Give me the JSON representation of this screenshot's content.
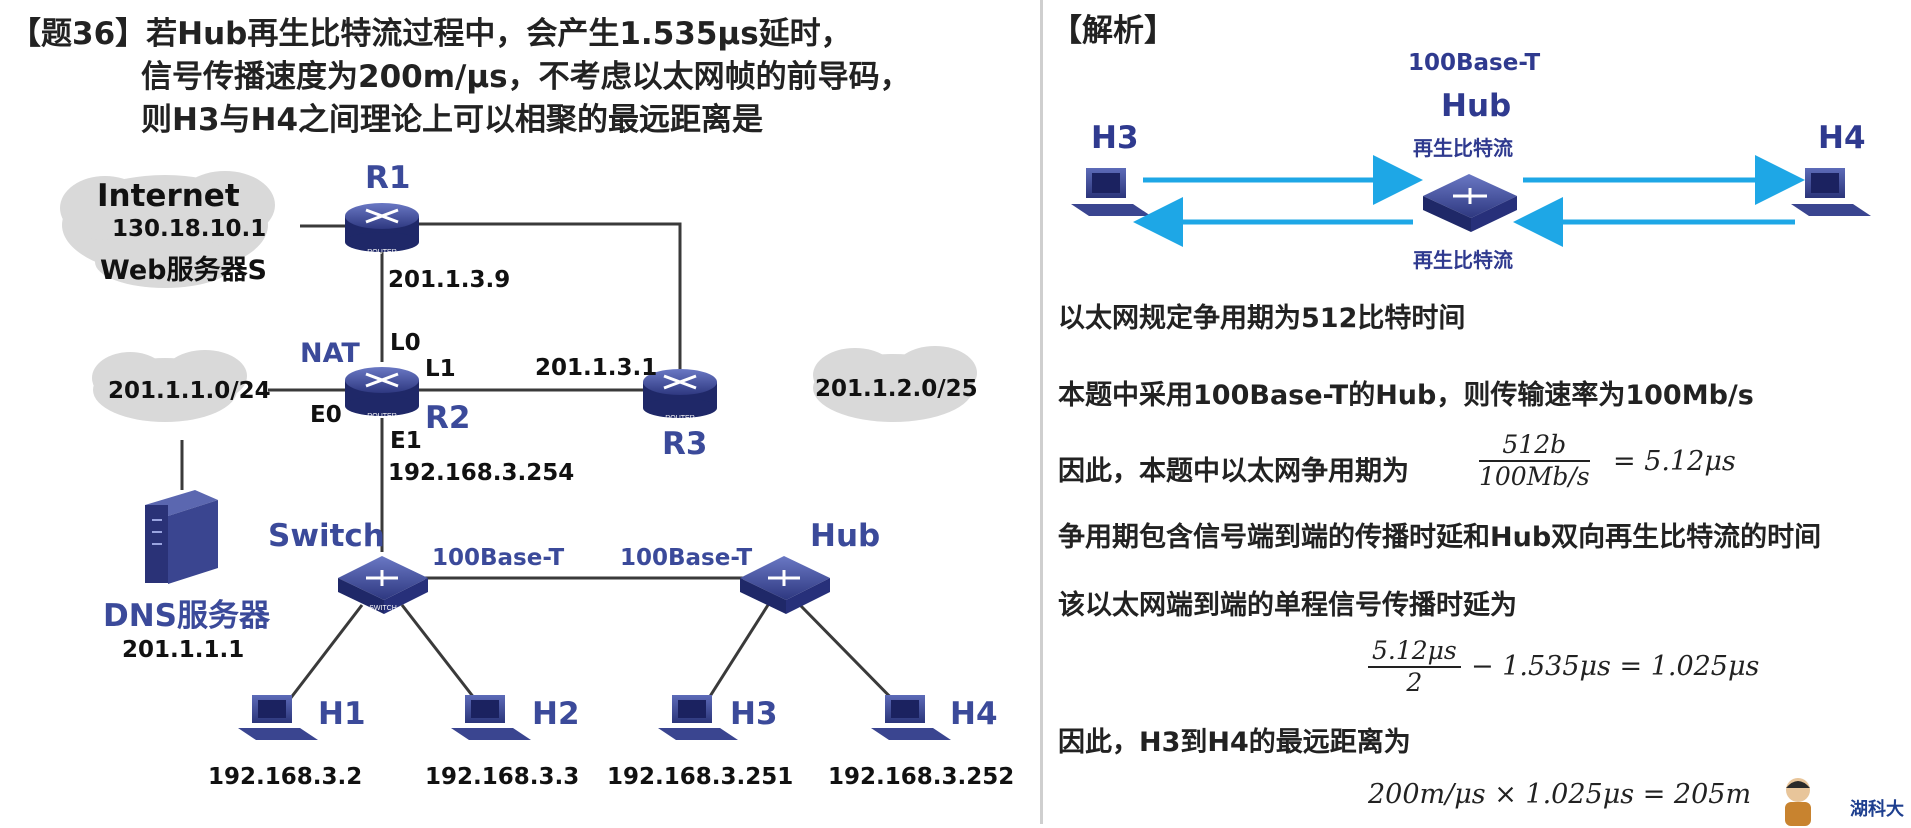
{
  "question": {
    "line1": "【题36】若Hub再生比特流过程中，会产生1.535μs延时，",
    "line2": "信号传播速度为200m/μs，不考虑以太网帧的前导码，",
    "line3": "则H3与H4之间理论上可以相聚的最远距离是"
  },
  "network": {
    "internet_cloud": {
      "title": "Internet",
      "ip": "130.18.10.1",
      "server": "Web服务器S"
    },
    "r1": {
      "name": "R1",
      "ip": "201.1.3.9"
    },
    "nat": {
      "label": "NAT",
      "name": "R2",
      "l0": "L0",
      "l1": "L1",
      "e0": "E0",
      "e1": "E1",
      "e1_ip": "192.168.3.254"
    },
    "r3": {
      "name": "R3",
      "ip": "201.1.3.1"
    },
    "cloud_left": "201.1.1.0/24",
    "cloud_right": "201.1.2.0/25",
    "dns": {
      "name": "DNS服务器",
      "ip": "201.1.1.1"
    },
    "switch": {
      "name": "Switch",
      "link_label": "100Base-T"
    },
    "hub": {
      "name": "Hub",
      "link_label": "100Base-T"
    },
    "hosts": [
      {
        "name": "H1",
        "ip": "192.168.3.2"
      },
      {
        "name": "H2",
        "ip": "192.168.3.3"
      },
      {
        "name": "H3",
        "ip": "192.168.3.251"
      },
      {
        "name": "H4",
        "ip": "192.168.3.252"
      }
    ],
    "device_tag_router": "ROUTER",
    "device_tag_switch": "SWITCH"
  },
  "analysis": {
    "header": "【解析】",
    "diagram": {
      "standard": "100Base-T",
      "hub": "Hub",
      "left_host": "H3",
      "right_host": "H4",
      "regen_top": "再生比特流",
      "regen_bottom": "再生比特流"
    },
    "lines": [
      "以太网规定争用期为512比特时间",
      "本题中采用100Base-T的Hub，则传输速率为100Mb/s",
      "因此，本题中以太网争用期为",
      "争用期包含信号端到端的传播时延和Hub双向再生比特流的时间",
      "该以太网端到端的单程信号传播时延为",
      "因此，H3到H4的最远距离为"
    ],
    "formula1": {
      "numerator": "512b",
      "denominator": "100Mb/s",
      "result": "= 5.12μs"
    },
    "formula2": {
      "numerator": "5.12μs",
      "denominator": "2",
      "rest": "− 1.535μs = 1.025μs"
    },
    "formula3": "200m/μs × 1.025μs = 205m"
  },
  "watermark": "湖科大",
  "colors": {
    "arrow": "#1ea7e6",
    "device_dark": "#3a4590",
    "label_blue": "#3b4a9a",
    "cloud": "#d9d9d9"
  }
}
